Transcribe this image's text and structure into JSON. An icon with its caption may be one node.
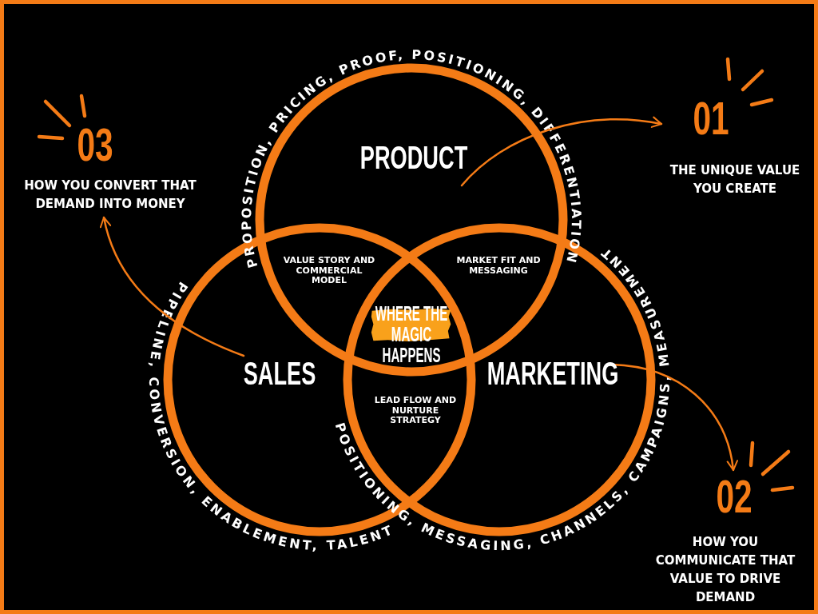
{
  "diagram": {
    "nodes": [
      {
        "text": [
          "PRODUCT",
          "PROPOSITION, PRICING, PROOF, POSITIONING, DIFFERENTIATION"
        ]
      },
      {
        "text": [
          "SALES",
          "PIPELINE, CONVERSION, ENABLEMENT, TALENT"
        ]
      },
      {
        "text": [
          "MARKETING",
          "POSITIONING, MESSAGING, CHANNELS, CAMPAIGNS, MEASUREMENT"
        ]
      },
      {
        "text": [
          "01"
        ],
        "beside": [
          "THE UNIQUE VALUE YOU CREATE"
        ]
      },
      {
        "text": [
          "02"
        ],
        "beside": [
          "HOW YOU COMMUNICATE THAT VALUE TO DRIVE DEMAND"
        ]
      },
      {
        "text": [
          "03"
        ],
        "beside": [
          "HOW YOU CONVERT THAT DEMAND INTO MONEY"
        ]
      }
    ],
    "edges": [
      {
        "from": 0,
        "to": 3,
        "arrow": "to"
      },
      {
        "from": 2,
        "to": 4,
        "arrow": "to"
      },
      {
        "from": 1,
        "to": 5,
        "arrow": "to"
      }
    ],
    "labels": [
      "VALUE STORY AND COMMERCIAL MODEL",
      "MARKET FIT AND MESSAGING",
      "WHERE THE MAGIC HAPPENS",
      "LEAD FLOW AND NURTURE STRATEGY"
    ]
  }
}
